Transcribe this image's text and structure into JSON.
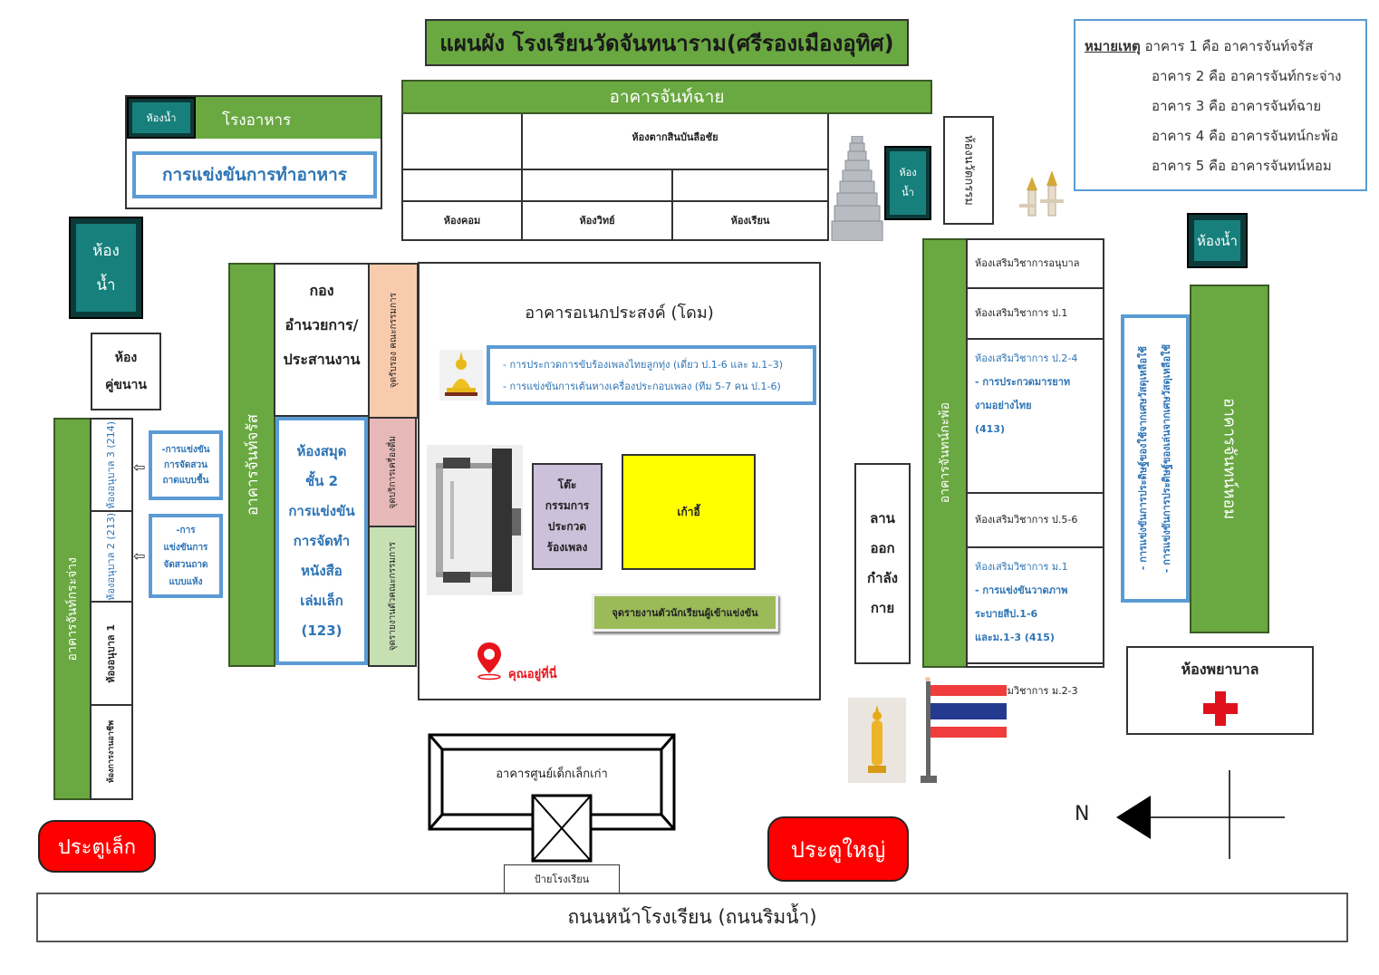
{
  "title": "แผนผัง โรงเรียนวัดจันทนาราม(ศรีรองเมืองอุทิศ)",
  "legend": {
    "heading": "หมายเหตุ",
    "items": [
      "อาคาร 1 คือ อาคารจันท์จรัส",
      "อาคาร 2 คือ อาคารจันท์กระจ่าง",
      "อาคาร 3 คือ อาคารจันท์ฉาย",
      "อาคาร 4 คือ อาคารจันทน์กะพ้อ",
      "อาคาร 5 คือ อาคารจันทน์หอม"
    ]
  },
  "canteen": {
    "restroom": "ห้องน้ำ",
    "name": "โรงอาหาร",
    "event": "การแข่งขันการทำอาหาร"
  },
  "chan_chai": {
    "name": "อาคารจันท์ฉาย",
    "rooms": {
      "taksin": "ห้องตากสินบันลือชัย",
      "computer": "ห้องคอม",
      "science": "ห้องวิทย์",
      "classroom": "ห้องเรียน"
    }
  },
  "restroom_small": [
    "ห้อง",
    "น้ำ"
  ],
  "innovation_room": "ห้องนวัตกรรม",
  "left_restroom": [
    "ห้อง",
    "น้ำ"
  ],
  "couple_room": [
    "ห้อง",
    "คู่ขนาน"
  ],
  "chan_jaras": {
    "name": "อาคารจันท์จรัส",
    "office": [
      "กอง",
      "อำนวยการ/",
      "ประสานงาน"
    ],
    "library": [
      "ห้องสมุด",
      "ชั้น 2",
      "การแข่งขัน",
      "การจัดทำ",
      "หนังสือ",
      "เล่มเล็ก",
      "(123)"
    ],
    "points": [
      "จุดรับรอง คณะกรรมการ",
      "จุดบริการเครื่องดื่ม",
      "จุดรายงานตัวคณะกรรมการ"
    ]
  },
  "chan_krajang": {
    "name": "อาคารจันท์กระจ่าง",
    "rooms": [
      "ห้องอนุบาล 3 (214)",
      "ห้องอนุบาล 2 (213)",
      "ห้องอนุบาล 1",
      "ห้องการงานอาชีพ"
    ],
    "events": [
      [
        "-การแข่งขัน",
        "การจัดสวน",
        "ถาดแบบชื้น"
      ],
      [
        "-การ",
        "แข่งขันการ",
        "จัดสวนถาด",
        "แบบแห้ง"
      ]
    ]
  },
  "dome": {
    "name": "อาคารอเนกประสงค์ (โดม)",
    "events": [
      "- การประกวดการขับร้องเพลงไทยลูกทุ่ง (เดี่ยว ป.1-6 และ ม.1–3)",
      "- การแข่งขันการเต้นหางเครื่องประกอบเพลง (ทีม 5-7 คน ป.1-6)"
    ],
    "judge_table": [
      "โต๊ะ",
      "กรรมการ",
      "ประกวด",
      "ร้องเพลง"
    ],
    "chairs": "เก้าอี้",
    "student_checkin": "จุดรายงานตัวนักเรียนผู้เข้าแข่งขัน",
    "you_are_here": "คุณอยู่ที่นี่"
  },
  "exercise_yard": [
    "ลาน",
    "ออก",
    "กำลัง",
    "กาย"
  ],
  "chan_kapho": {
    "name": "อาคารจันทน์กะพ้อ",
    "rooms": [
      {
        "lines": [
          "ห้องเสริมวิชาการอนุบาล"
        ],
        "highlight": false
      },
      {
        "lines": [
          "ห้องเสริมวิชาการ ป.1"
        ],
        "highlight": false
      },
      {
        "lines": [
          "ห้องเสริมวิชาการ ป.2-4",
          "- การประกวดมารยาท",
          "งามอย่างไทย",
          "(413)"
        ],
        "highlight": true
      },
      {
        "lines": [
          "ห้องเสริมวิชาการ ป.5-6"
        ],
        "highlight": false
      },
      {
        "lines": [
          "ห้องเสริมวิชาการ ม.1",
          "- การแข่งขันวาดภาพ",
          "ระบายสีป.1-6",
          "และม.1-3 (415)"
        ],
        "highlight": true
      },
      {
        "lines": [
          "ห้องเสริมวิชาการ ม.2-3"
        ],
        "highlight": false
      }
    ]
  },
  "chan_hom": {
    "name": "อาคารจันทน์หอม",
    "restroom": "ห้องน้ำ",
    "events": [
      "- การแข่งขันการประดิษฐ์ของใช้จากเศษวัสดุเหลือใช้",
      "- การแข่งขันการประดิษฐ์ของเล่นจากเศษวัสดุเหลือใช้"
    ]
  },
  "nurse_room": "ห้องพยาบาล",
  "old_childcare": "อาคารศูนย์เด็กเล็กเก่า",
  "school_sign": "ป้ายโรงเรียน",
  "small_gate": "ประตูเล็ก",
  "main_gate": "ประตูใหญ่",
  "road": "ถนนหน้าโรงเรียน (ถนนริมน้ำ)",
  "compass": "N",
  "colors": {
    "building_green": "#6aa841",
    "restroom_teal": "#17807c",
    "event_blue": "#5b9bd5",
    "gate_red": "#ff0000",
    "chairs_yellow": "#ffff00",
    "judge_lavender": "#ccc0da",
    "point_peach": "#f8cbad",
    "point_pink": "#e6b8b7",
    "point_lightgreen": "#c6e0b4"
  }
}
